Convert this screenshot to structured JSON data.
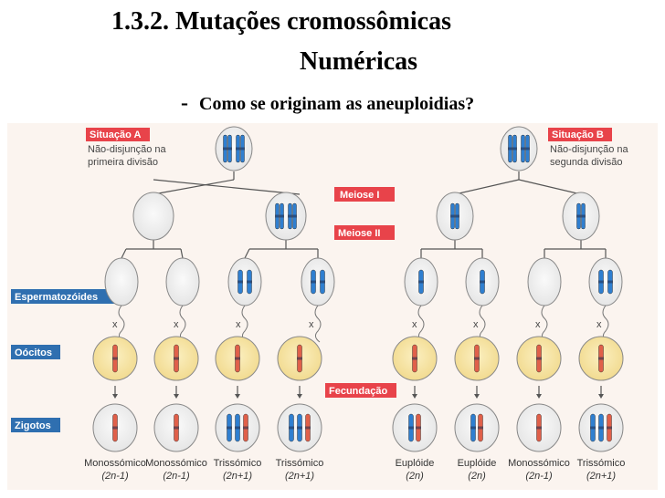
{
  "slide": {
    "title_line1": "1.3.2. Mutações cromossômicas",
    "title_line2": "Numéricas",
    "bullet_dash": "-",
    "subtitle": "Como se originam as aneuploidias?"
  },
  "diagram": {
    "situation_a": {
      "title": "Situação A",
      "line1": "Não-disjunção na",
      "line2": "primeira divisão"
    },
    "situation_b": {
      "title": "Situação B",
      "line1": "Não-disjunção na",
      "line2": "segunda divisão"
    },
    "stages": {
      "meiose1": "Meiose I",
      "meiose2": "Meiose II",
      "fecundacao": "Fecundação"
    },
    "row_labels": {
      "sperm": "Espermatozóides",
      "oocytes": "Oócitos",
      "zygotes": "Zigotos"
    },
    "cross": "x",
    "zygotes": [
      {
        "name": "Monossómico",
        "formula": "(2n-1)"
      },
      {
        "name": "Monossómico",
        "formula": "(2n-1)"
      },
      {
        "name": "Trissómico",
        "formula": "(2n+1)"
      },
      {
        "name": "Trissómico",
        "formula": "(2n+1)"
      },
      {
        "name": "Euplóide",
        "formula": "(2n)"
      },
      {
        "name": "Euplóide",
        "formula": "(2n)"
      },
      {
        "name": "Monossómico",
        "formula": "(2n-1)"
      },
      {
        "name": "Trissómico",
        "formula": "(2n+1)"
      }
    ],
    "colors": {
      "stage_label_bg": "#e8434a",
      "row_label_bg": "#2f6fb0",
      "blue_chromosome": "#2f7fd0",
      "red_chromosome": "#e0604a",
      "oocyte_fill": "#f7e3a0",
      "cell_fill": "#f0f0f0"
    }
  }
}
